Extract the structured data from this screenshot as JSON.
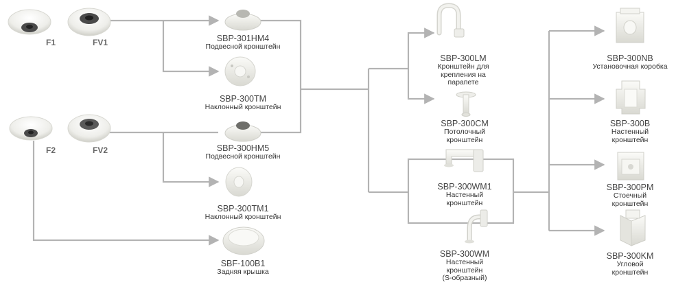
{
  "colors": {
    "line": "#b3b3b3",
    "device_light": "#f2f2ee",
    "device_shadow": "#d6d6d0",
    "camera_dark": "#4a4a4a"
  },
  "cameras": [
    {
      "id": "f1",
      "label": "F1"
    },
    {
      "id": "fv1",
      "label": "FV1"
    },
    {
      "id": "f2",
      "label": "F2"
    },
    {
      "id": "fv2",
      "label": "FV2"
    }
  ],
  "products": {
    "sbp301hm4": {
      "model": "SBP-301HM4",
      "desc": [
        "Подвесной кронштейн"
      ]
    },
    "sbp300tm": {
      "model": "SBP-300TM",
      "desc": [
        "Наклонный кронштейн"
      ]
    },
    "sbp300hm5": {
      "model": "SBP-300HM5",
      "desc": [
        "Подвесной кронштейн"
      ]
    },
    "sbp300tm1": {
      "model": "SBP-300TM1",
      "desc": [
        "Наклонный кронштейн"
      ]
    },
    "sbf100b1": {
      "model": "SBF-100B1",
      "desc": [
        "Задняя крышка"
      ]
    },
    "sbp300lm": {
      "model": "SBP-300LM",
      "desc": [
        "Кронштейн для",
        "крепления на",
        "парапете"
      ]
    },
    "sbp300cm": {
      "model": "SBP-300CM",
      "desc": [
        "Потолочный",
        "кронштейн"
      ]
    },
    "sbp300wm1": {
      "model": "SBP-300WM1",
      "desc": [
        "Настенный",
        "кронштейн"
      ]
    },
    "sbp300wm": {
      "model": "SBP-300WM",
      "desc": [
        "Настенный",
        "кронштейн",
        "(S-образный)"
      ]
    },
    "sbp300nb": {
      "model": "SBP-300NB",
      "desc": [
        "Установочная коробка"
      ]
    },
    "sbp300b": {
      "model": "SBP-300B",
      "desc": [
        "Настенный",
        "кронштейн"
      ]
    },
    "sbp300pm": {
      "model": "SBP-300PM",
      "desc": [
        "Стоечный",
        "кронштейн"
      ]
    },
    "sbp300km": {
      "model": "SBP-300KM",
      "desc": [
        "Угловой",
        "кронштейн"
      ]
    }
  }
}
